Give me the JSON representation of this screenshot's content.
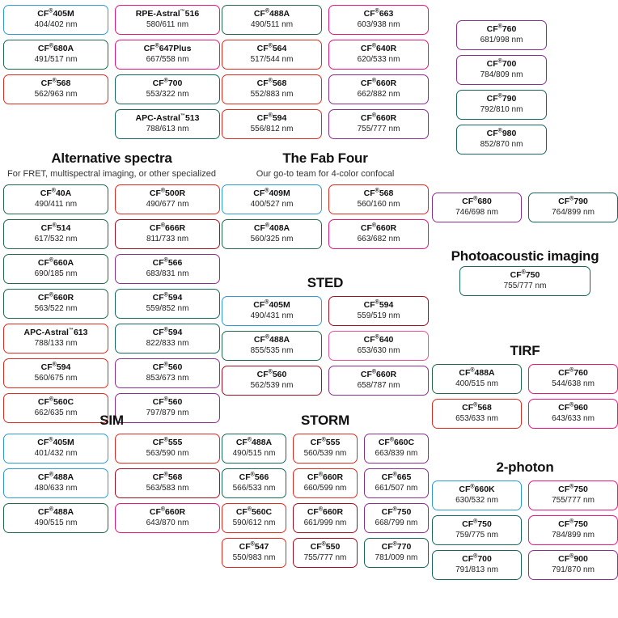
{
  "page": {
    "title": "Fluorescent dye selection chart",
    "background": "#ffffff"
  },
  "palette": {
    "blue": "#2E9BD8",
    "green": "#1F6B4A",
    "red": "#E02B20",
    "magenta": "#E6187E",
    "purple": "#8A2E8F",
    "teal": "#16675F",
    "darkred": "#A01020",
    "pink": "#E8549C"
  },
  "sections": [
    {
      "id": "top-left",
      "title": "",
      "subtitle": "",
      "columns": 2,
      "chips": [
        {
          "dye": "CF",
          "reg": "®",
          "name": "405M",
          "tm": "",
          "spec": "404/402 nm",
          "color": "blue"
        },
        {
          "dye": "RPE-Astral",
          "reg": "",
          "name": "516",
          "tm": "™",
          "spec": "580/611 nm",
          "color": "magenta"
        },
        {
          "dye": "CF",
          "reg": "®",
          "name": "680A",
          "tm": "",
          "spec": "491/517 nm",
          "color": "green"
        },
        {
          "dye": "CF",
          "reg": "®",
          "name": "647Plus",
          "tm": "",
          "spec": "667/558 nm",
          "color": "magenta"
        },
        {
          "dye": "CF",
          "reg": "®",
          "name": "568",
          "tm": "",
          "spec": "562/963 nm",
          "color": "red"
        },
        {
          "dye": "CF",
          "reg": "®",
          "name": "700",
          "tm": "",
          "spec": "553/322 nm",
          "color": "teal"
        },
        {
          "dye": "",
          "reg": "",
          "name": "",
          "tm": "",
          "spec": "",
          "color": "none",
          "empty": true
        },
        {
          "dye": "APC-Astral",
          "reg": "",
          "name": "513",
          "tm": "™",
          "spec": "788/613 nm",
          "color": "teal"
        }
      ]
    },
    {
      "id": "top-mid",
      "title": "",
      "subtitle": "",
      "columns": 2,
      "chips": [
        {
          "dye": "CF",
          "reg": "®",
          "name": "488A",
          "tm": "",
          "spec": "490/511 nm",
          "color": "green"
        },
        {
          "dye": "CF",
          "reg": "®",
          "name": "663",
          "tm": "",
          "spec": "603/938 nm",
          "color": "magenta"
        },
        {
          "dye": "CF",
          "reg": "®",
          "name": "564",
          "tm": "",
          "spec": "517/544 nm",
          "color": "red"
        },
        {
          "dye": "CF",
          "reg": "®",
          "name": "640R",
          "tm": "",
          "spec": "620/533 nm",
          "color": "magenta"
        },
        {
          "dye": "CF",
          "reg": "®",
          "name": "568",
          "tm": "",
          "spec": "552/883 nm",
          "color": "red"
        },
        {
          "dye": "CF",
          "reg": "®",
          "name": "660R",
          "tm": "",
          "spec": "662/882 nm",
          "color": "purple"
        },
        {
          "dye": "CF",
          "reg": "®",
          "name": "594",
          "tm": "",
          "spec": "556/812 nm",
          "color": "red"
        },
        {
          "dye": "CF",
          "reg": "®",
          "name": "660R",
          "tm": "",
          "spec": "755/777 nm",
          "color": "purple"
        }
      ]
    },
    {
      "id": "top-right",
      "title": "",
      "subtitle": "",
      "columns": 1,
      "chips": [
        {
          "dye": "CF",
          "reg": "®",
          "name": "760",
          "tm": "",
          "spec": "681/998 nm",
          "color": "purple"
        },
        {
          "dye": "CF",
          "reg": "®",
          "name": "700",
          "tm": "",
          "spec": "784/809 nm",
          "color": "purple"
        },
        {
          "dye": "CF",
          "reg": "®",
          "name": "790",
          "tm": "",
          "spec": "792/810 nm",
          "color": "teal"
        },
        {
          "dye": "CF",
          "reg": "®",
          "name": "980",
          "tm": "",
          "spec": "852/870 nm",
          "color": "teal"
        }
      ]
    },
    {
      "id": "alternative-spectra",
      "title": "Alternative spectra",
      "subtitle": "For FRET, multispectral imaging, or other specialized",
      "columns": 2,
      "chips": [
        {
          "dye": "CF",
          "reg": "®",
          "name": "40A",
          "tm": "",
          "spec": "490/411 nm",
          "color": "green"
        },
        {
          "dye": "CF",
          "reg": "®",
          "name": "500R",
          "tm": "",
          "spec": "490/677 nm",
          "color": "red"
        },
        {
          "dye": "CF",
          "reg": "®",
          "name": "514",
          "tm": "",
          "spec": "617/532 nm",
          "color": "green"
        },
        {
          "dye": "CF",
          "reg": "®",
          "name": "666R",
          "tm": "",
          "spec": "811/733 nm",
          "color": "darkred"
        },
        {
          "dye": "CF",
          "reg": "®",
          "name": "660A",
          "tm": "",
          "spec": "690/185 nm",
          "color": "green"
        },
        {
          "dye": "CF",
          "reg": "®",
          "name": "566",
          "tm": "",
          "spec": "683/831 nm",
          "color": "purple"
        },
        {
          "dye": "CF",
          "reg": "®",
          "name": "660R",
          "tm": "",
          "spec": "563/522 nm",
          "color": "green"
        },
        {
          "dye": "CF",
          "reg": "®",
          "name": "594",
          "tm": "",
          "spec": "559/852 nm",
          "color": "teal"
        },
        {
          "dye": "APC-Astral",
          "reg": "",
          "name": "613",
          "tm": "™",
          "spec": "788/133 nm",
          "color": "red"
        },
        {
          "dye": "CF",
          "reg": "®",
          "name": "594",
          "tm": "",
          "spec": "822/833 nm",
          "color": "teal"
        },
        {
          "dye": "CF",
          "reg": "®",
          "name": "594",
          "tm": "",
          "spec": "560/675 nm",
          "color": "red"
        },
        {
          "dye": "CF",
          "reg": "®",
          "name": "560",
          "tm": "",
          "spec": "853/673 nm",
          "color": "purple"
        },
        {
          "dye": "CF",
          "reg": "®",
          "name": "560C",
          "tm": "",
          "spec": "662/635 nm",
          "color": "red"
        },
        {
          "dye": "CF",
          "reg": "®",
          "name": "560",
          "tm": "",
          "spec": "797/879 nm",
          "color": "purple"
        }
      ]
    },
    {
      "id": "the-fab-four",
      "title": "The Fab Four",
      "subtitle": "Our go-to team for 4-color confocal",
      "columns": 2,
      "chips": [
        {
          "dye": "CF",
          "reg": "®",
          "name": "409M",
          "tm": "",
          "spec": "400/527 nm",
          "color": "blue"
        },
        {
          "dye": "CF",
          "reg": "®",
          "name": "568",
          "tm": "",
          "spec": "560/160 nm",
          "color": "red"
        },
        {
          "dye": "CF",
          "reg": "®",
          "name": "408A",
          "tm": "",
          "spec": "560/325 nm",
          "color": "green"
        },
        {
          "dye": "CF",
          "reg": "®",
          "name": "660R",
          "tm": "",
          "spec": "663/682 nm",
          "color": "magenta"
        }
      ]
    },
    {
      "id": "nir-pair",
      "title": "",
      "subtitle": "",
      "columns": 2,
      "chips": [
        {
          "dye": "CF",
          "reg": "®",
          "name": "680",
          "tm": "",
          "spec": "746/698 nm",
          "color": "purple"
        },
        {
          "dye": "CF",
          "reg": "®",
          "name": "790",
          "tm": "",
          "spec": "764/899 nm",
          "color": "teal"
        }
      ]
    },
    {
      "id": "photoacoustic-imaging",
      "title": "Photoacoustic imaging",
      "subtitle": "",
      "columns": 1,
      "chips": [
        {
          "dye": "CF",
          "reg": "®",
          "name": "750",
          "tm": "",
          "spec": "755/777 nm",
          "color": "teal"
        }
      ]
    },
    {
      "id": "sted",
      "title": "STED",
      "subtitle": "",
      "columns": 2,
      "chips": [
        {
          "dye": "CF",
          "reg": "®",
          "name": "405M",
          "tm": "",
          "spec": "490/431 nm",
          "color": "blue"
        },
        {
          "dye": "CF",
          "reg": "®",
          "name": "594",
          "tm": "",
          "spec": "559/519 nm",
          "color": "darkred"
        },
        {
          "dye": "CF",
          "reg": "®",
          "name": "488A",
          "tm": "",
          "spec": "855/535 nm",
          "color": "green"
        },
        {
          "dye": "CF",
          "reg": "®",
          "name": "640",
          "tm": "",
          "spec": "653/630 nm",
          "color": "pink"
        },
        {
          "dye": "CF",
          "reg": "®",
          "name": "560",
          "tm": "",
          "spec": "562/539 nm",
          "color": "darkred"
        },
        {
          "dye": "CF",
          "reg": "®",
          "name": "660R",
          "tm": "",
          "spec": "658/787 nm",
          "color": "purple"
        }
      ]
    },
    {
      "id": "tirf",
      "title": "TIRF",
      "subtitle": "",
      "columns": 2,
      "chips": [
        {
          "dye": "CF",
          "reg": "®",
          "name": "488A",
          "tm": "",
          "spec": "400/515 nm",
          "color": "green"
        },
        {
          "dye": "CF",
          "reg": "®",
          "name": "760",
          "tm": "",
          "spec": "544/638 nm",
          "color": "magenta"
        },
        {
          "dye": "CF",
          "reg": "®",
          "name": "568",
          "tm": "",
          "spec": "653/633 nm",
          "color": "red"
        },
        {
          "dye": "CF",
          "reg": "®",
          "name": "960",
          "tm": "",
          "spec": "643/633 nm",
          "color": "magenta"
        }
      ]
    },
    {
      "id": "sim",
      "title": "SIM",
      "subtitle": "",
      "columns": 2,
      "chips": [
        {
          "dye": "CF",
          "reg": "®",
          "name": "405M",
          "tm": "",
          "spec": "401/432 nm",
          "color": "blue"
        },
        {
          "dye": "CF",
          "reg": "®",
          "name": "555",
          "tm": "",
          "spec": "563/590 nm",
          "color": "red"
        },
        {
          "dye": "CF",
          "reg": "®",
          "name": "488A",
          "tm": "",
          "spec": "480/633 nm",
          "color": "blue"
        },
        {
          "dye": "CF",
          "reg": "®",
          "name": "568",
          "tm": "",
          "spec": "563/583 nm",
          "color": "darkred"
        },
        {
          "dye": "CF",
          "reg": "®",
          "name": "488A",
          "tm": "",
          "spec": "490/515 nm",
          "color": "green"
        },
        {
          "dye": "CF",
          "reg": "®",
          "name": "660R",
          "tm": "",
          "spec": "643/870 nm",
          "color": "magenta"
        }
      ]
    },
    {
      "id": "storm",
      "title": "STORM",
      "subtitle": "",
      "columns": 3,
      "chips": [
        {
          "dye": "CF",
          "reg": "®",
          "name": "488A",
          "tm": "",
          "spec": "490/515 nm",
          "color": "teal"
        },
        {
          "dye": "CF",
          "reg": "®",
          "name": "555",
          "tm": "",
          "spec": "560/539 nm",
          "color": "red"
        },
        {
          "dye": "CF",
          "reg": "®",
          "name": "660C",
          "tm": "",
          "spec": "663/839 nm",
          "color": "purple"
        },
        {
          "dye": "CF",
          "reg": "®",
          "name": "566",
          "tm": "",
          "spec": "566/533 nm",
          "color": "teal"
        },
        {
          "dye": "CF",
          "reg": "®",
          "name": "660R",
          "tm": "",
          "spec": "660/599 nm",
          "color": "red"
        },
        {
          "dye": "CF",
          "reg": "®",
          "name": "665",
          "tm": "",
          "spec": "661/507 nm",
          "color": "purple"
        },
        {
          "dye": "CF",
          "reg": "®",
          "name": "560C",
          "tm": "",
          "spec": "590/612 nm",
          "color": "red"
        },
        {
          "dye": "CF",
          "reg": "®",
          "name": "660R",
          "tm": "",
          "spec": "661/999 nm",
          "color": "darkred"
        },
        {
          "dye": "CF",
          "reg": "®",
          "name": "750",
          "tm": "",
          "spec": "668/799 nm",
          "color": "purple"
        },
        {
          "dye": "CF",
          "reg": "®",
          "name": "547",
          "tm": "",
          "spec": "550/983 nm",
          "color": "red"
        },
        {
          "dye": "CF",
          "reg": "®",
          "name": "550",
          "tm": "",
          "spec": "755/777 nm",
          "color": "darkred"
        },
        {
          "dye": "CF",
          "reg": "®",
          "name": "770",
          "tm": "",
          "spec": "781/009 nm",
          "color": "teal"
        }
      ]
    },
    {
      "id": "two-photon",
      "title": "2-photon",
      "subtitle": "",
      "columns": 2,
      "chips": [
        {
          "dye": "CF",
          "reg": "®",
          "name": "660K",
          "tm": "",
          "spec": "630/532 nm",
          "color": "blue"
        },
        {
          "dye": "CF",
          "reg": "®",
          "name": "750",
          "tm": "",
          "spec": "755/777 nm",
          "color": "magenta"
        },
        {
          "dye": "CF",
          "reg": "®",
          "name": "750",
          "tm": "",
          "spec": "759/775 nm",
          "color": "teal"
        },
        {
          "dye": "CF",
          "reg": "®",
          "name": "750",
          "tm": "",
          "spec": "784/899 nm",
          "color": "magenta"
        },
        {
          "dye": "CF",
          "reg": "®",
          "name": "700",
          "tm": "",
          "spec": "791/813 nm",
          "color": "teal"
        },
        {
          "dye": "CF",
          "reg": "®",
          "name": "900",
          "tm": "",
          "spec": "791/870 nm",
          "color": "purple"
        }
      ]
    }
  ]
}
